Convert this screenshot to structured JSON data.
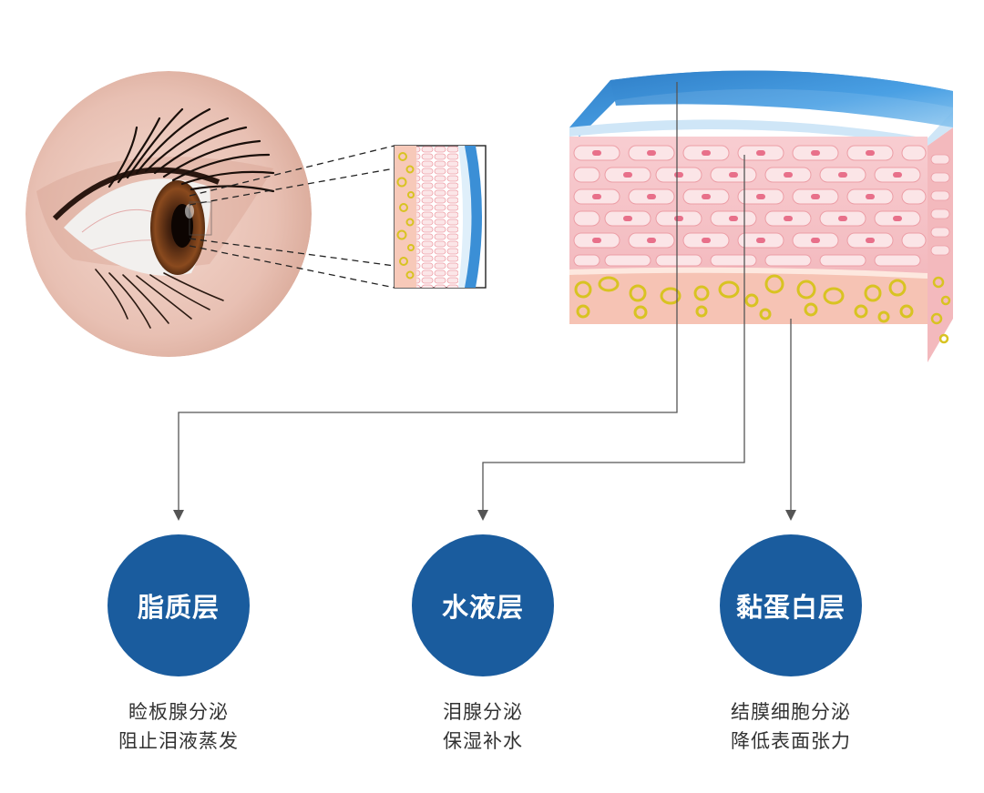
{
  "colors": {
    "circle_fill": "#1a5c9e",
    "tear_film": "#3b8fd6",
    "epithelium_pink": "#f6c3c8",
    "lipid_droplet": "#d8c322",
    "arrow_line": "#555555"
  },
  "layers": [
    {
      "name": "脂质层",
      "line1": "睑板腺分泌",
      "line2": "阻止泪液蒸发"
    },
    {
      "name": "水液层",
      "line1": "泪腺分泌",
      "line2": "保湿补水"
    },
    {
      "name": "黏蛋白层",
      "line1": "结膜细胞分泌",
      "line2": "降低表面张力"
    }
  ],
  "icons": [
    "eye-closeup-illustration",
    "tear-film-inset-illustration",
    "tear-film-cross-section-illustration"
  ]
}
